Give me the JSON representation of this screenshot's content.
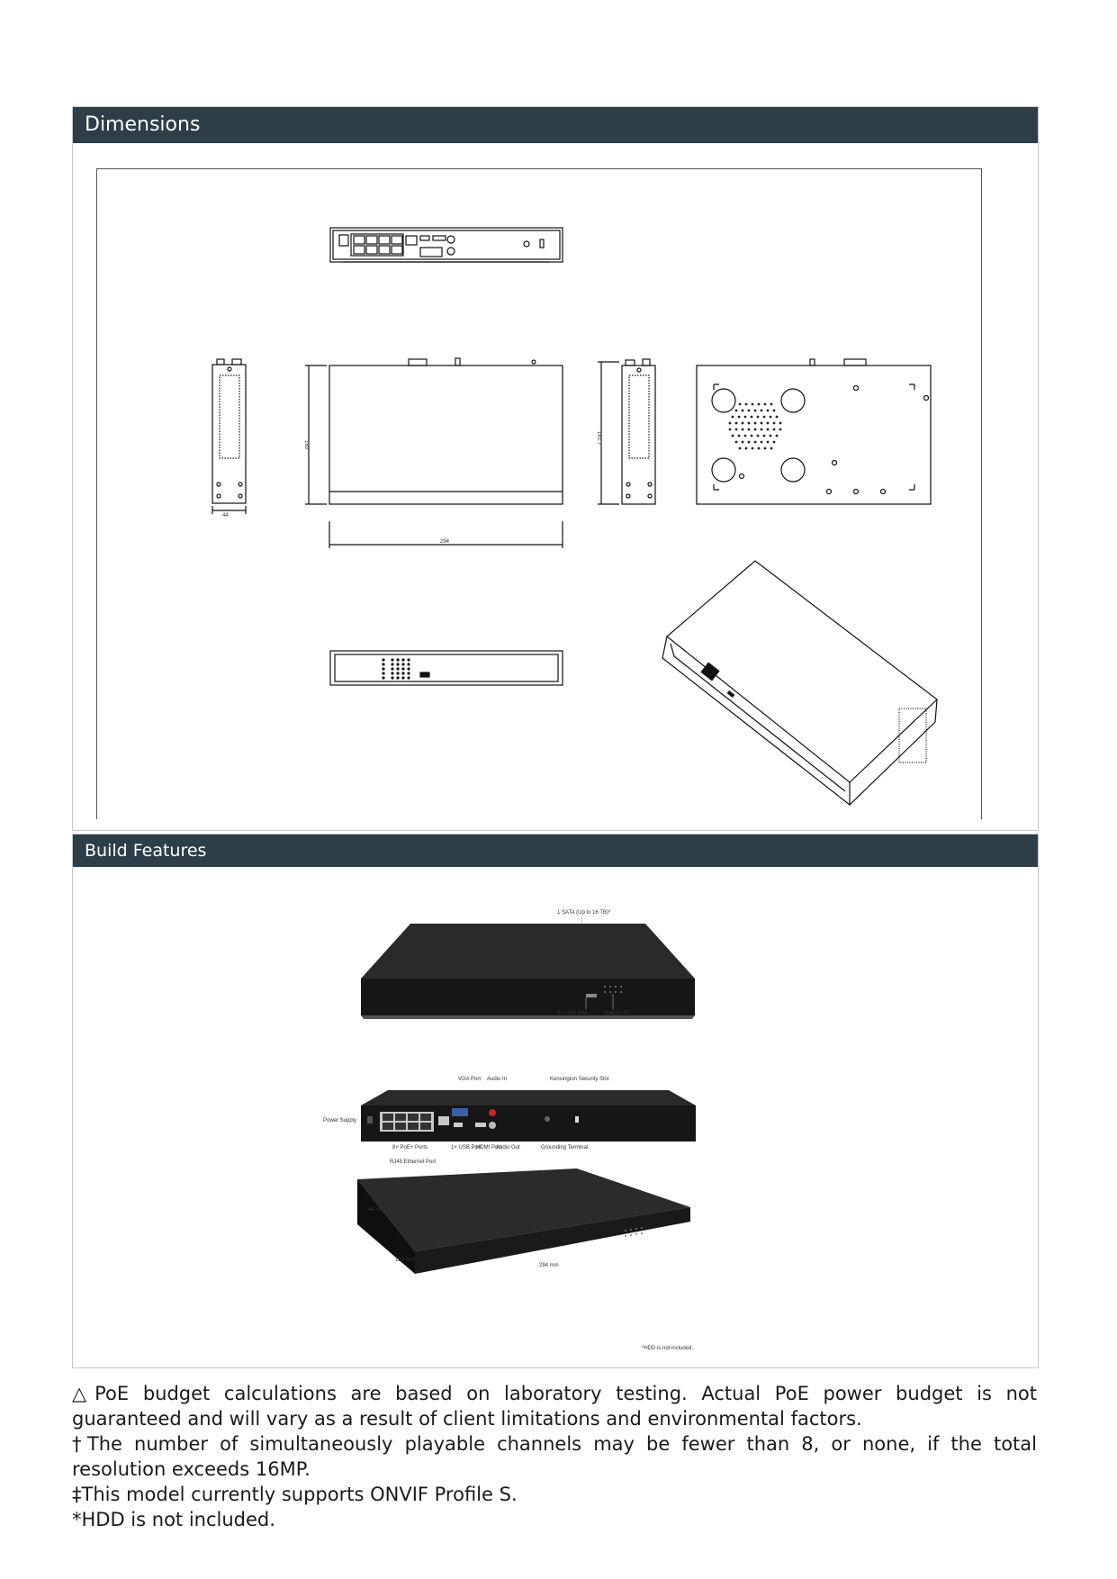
{
  "sections": {
    "dimensions_title": "Dimensions",
    "build_title": "Build Features"
  },
  "dimension_labels": {
    "height": "44",
    "depth": "180",
    "depth_side": "181.7",
    "width": "294"
  },
  "build_callouts": {
    "sata": "1 SATA (Up to 16 TB)*",
    "usb_front": "1× USB Port",
    "status_led": "Status LED",
    "vga": "VGA Port",
    "audio_in": "Audio In",
    "kensington": "Kensington Security Slot",
    "power": "Power Supply",
    "poe": "8× PoE+ Ports",
    "usb_back": "1× USB Port",
    "hdmi": "HDMI Port",
    "audio_out": "Audio Out",
    "grounding": "Grounding Terminal",
    "rj45": "RJ45 Ethernet Port",
    "dim_height": "44 mm",
    "dim_depth": "180 mm",
    "dim_width": "294 mm",
    "hdd_note": "*HDD is not included."
  },
  "footnotes": [
    "△PoE budget calculations are based on laboratory testing. Actual PoE power budget is not guaranteed and will vary as a result of client limitations and environmental factors.",
    "†The number of simultaneously playable channels may be fewer than 8, or none, if the total resolution exceeds 16MP.",
    "‡This model currently supports ONVIF Profile S.",
    "*HDD is not included."
  ],
  "colors": {
    "header_bg": "#2d3e48",
    "header_text": "#ffffff",
    "device_body": "#1e1e1e"
  }
}
